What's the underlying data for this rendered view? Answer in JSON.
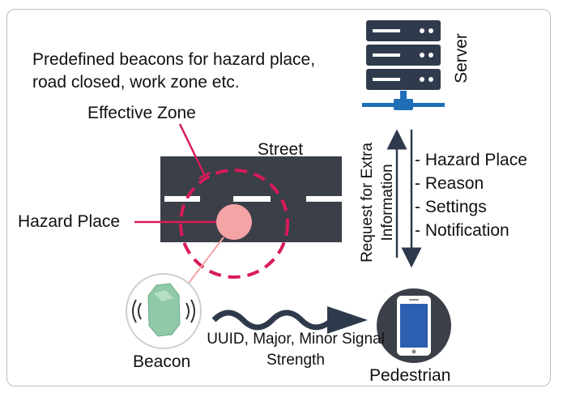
{
  "description_text": "Predefined beacons for hazard place, road closed, work zone etc.",
  "labels": {
    "effective_zone": "Effective Zone",
    "street": "Street",
    "hazard_place": "Hazard Place",
    "beacon": "Beacon",
    "pedestrian": "Pedestrian",
    "server": "Server",
    "request": "Request for Extra Information",
    "signal": "UUID, Major, Minor Signal Strength"
  },
  "info_items": [
    "- Hazard Place",
    "- Reason",
    "- Settings",
    "- Notification"
  ],
  "icons": {
    "server": "server-icon",
    "beacon": "beacon-icon",
    "phone": "smartphone-icon"
  },
  "colors": {
    "road": "#3b3f47",
    "zone": "#d81b5a",
    "hazard": "#f4a3a6",
    "server": "#2f3b4c",
    "connector": "#1e6fb8",
    "arrow": "#2e3a4c",
    "beacon": "#8fc9a7",
    "phone_screen": "#2d5fb0"
  }
}
